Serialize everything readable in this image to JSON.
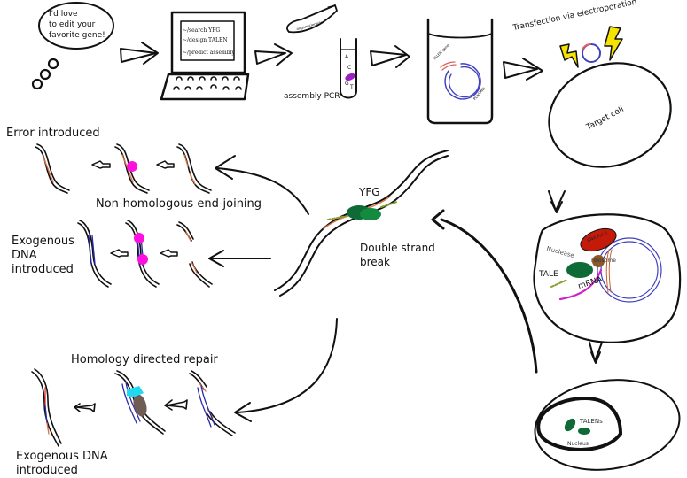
{
  "diagram": {
    "title": "TALEN genome editing workflow",
    "colors": {
      "ink": "#111111",
      "strand_orange": "#e07040",
      "exogenous_blue": "#2a2aa8",
      "repair_magenta": "#ff10e0",
      "talen_green": "#0e6b36",
      "rna_pol_red": "#c41a0a",
      "ribosome_brown": "#8b5a2b",
      "mrna_magenta": "#d020c8",
      "bolt_yellow": "#f5e400",
      "hdr_cyan": "#20d8f0",
      "hdr_gray": "#6e5c55",
      "plasmid_red": "#e06060",
      "plasmid_blue": "#4040c0"
    },
    "thought_bubble": {
      "lines": [
        "I'd love",
        "to edit your",
        "favorite gene!"
      ],
      "icon": "thought-bubble-icon"
    },
    "computer": {
      "icon": "laptop-icon",
      "screen_lines": [
        "~/search YFG",
        "~/design TALEN",
        "~/predict assembly"
      ]
    },
    "oligo_tube": {
      "label": "oligonucleotides",
      "icon": "oligo-tube-icon"
    },
    "pcr_tube": {
      "bases": [
        "A",
        "C",
        "G",
        "T"
      ],
      "caption": "assembly PCR",
      "icon": "pcr-tube-icon"
    },
    "beaker": {
      "gene_label": "TALEN gene",
      "plasmid_label": "PLASMID",
      "icon": "beaker-icon"
    },
    "transfection": {
      "label": "Transfection via electroporation",
      "icon": "lightning-bolt-icon"
    },
    "target_cell": {
      "label": "Target cell"
    },
    "expression_cell": {
      "labels": {
        "nuclease": "Nuclease",
        "tale": "TALE",
        "mrna": "mRNA",
        "ribosome": "ribosome",
        "rna_pol": "RNA Pol II"
      }
    },
    "nucleus_cell": {
      "talens": "TALENs",
      "nucleus": "Nucleus"
    },
    "dsb": {
      "gene": "YFG",
      "label_line1": "Double strand",
      "label_line2": "break"
    },
    "nhej": {
      "title": "Non-homologous end-joining",
      "error_label": "Error introduced",
      "exo_label_lines": [
        "Exogenous",
        "DNA",
        "introduced"
      ]
    },
    "hdr": {
      "title": "Homology directed repair",
      "exo_label_lines": [
        "Exogenous DNA",
        "introduced"
      ]
    }
  }
}
